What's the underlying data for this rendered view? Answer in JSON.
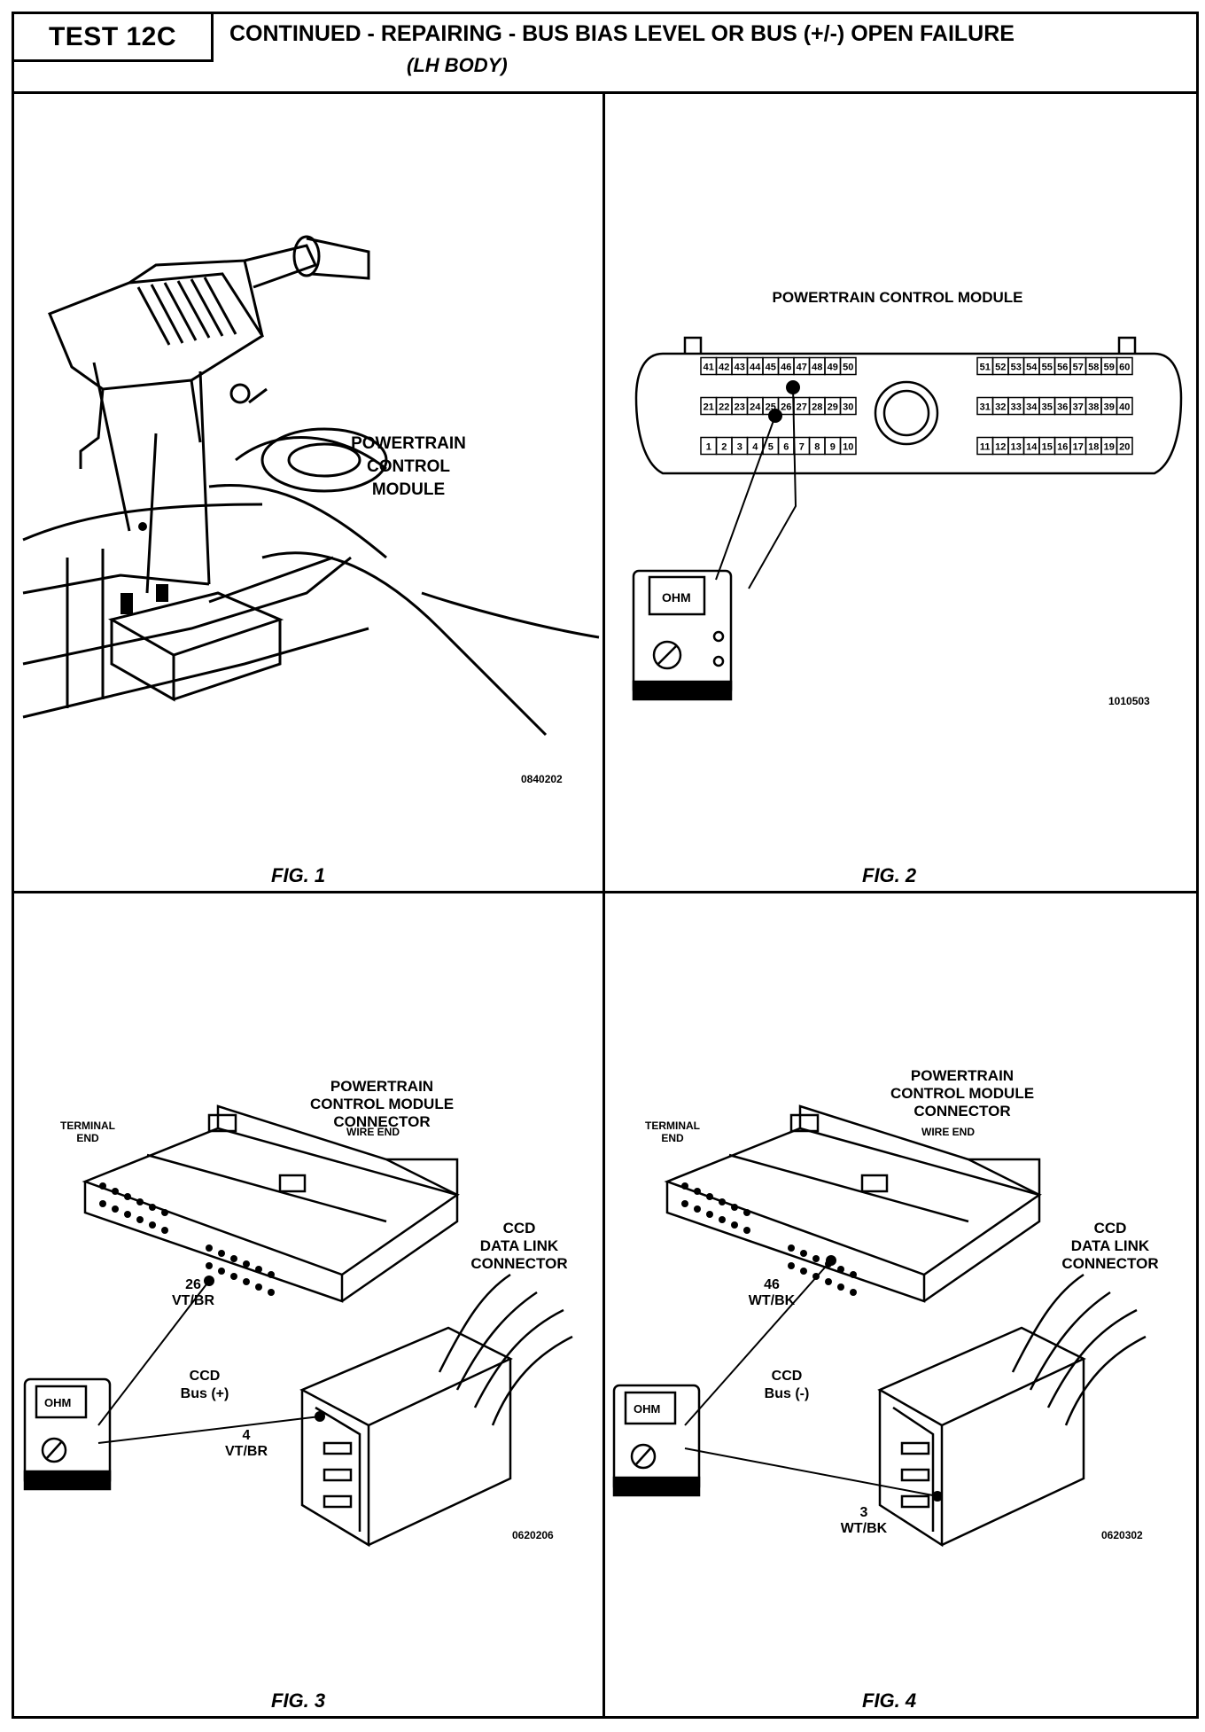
{
  "header": {
    "test_id": "TEST 12C",
    "title": "CONTINUED -  REPAIRING - BUS BIAS LEVEL OR BUS (+/-) OPEN FAILURE",
    "subtitle": "(LH BODY)"
  },
  "fig1": {
    "label": "FIG. 1",
    "callout": [
      "POWERTRAIN",
      "CONTROL",
      "MODULE"
    ],
    "code": "0840202"
  },
  "fig2": {
    "label": "FIG. 2",
    "title": "POWERTRAIN CONTROL MODULE",
    "left_rows": [
      [
        "41",
        "42",
        "43",
        "44",
        "45",
        "46",
        "47",
        "48",
        "49",
        "50"
      ],
      [
        "21",
        "22",
        "23",
        "24",
        "25",
        "26",
        "27",
        "28",
        "29",
        "30"
      ],
      [
        "1",
        "2",
        "3",
        "4",
        "5",
        "6",
        "7",
        "8",
        "9",
        "10"
      ]
    ],
    "right_rows": [
      [
        "51",
        "52",
        "53",
        "54",
        "55",
        "56",
        "57",
        "58",
        "59",
        "60"
      ],
      [
        "31",
        "32",
        "33",
        "34",
        "35",
        "36",
        "37",
        "38",
        "39",
        "40"
      ],
      [
        "11",
        "12",
        "13",
        "14",
        "15",
        "16",
        "17",
        "18",
        "19",
        "20"
      ]
    ],
    "meter_display": "OHM",
    "code": "1010503"
  },
  "fig3": {
    "label": "FIG. 3",
    "connector_label": [
      "POWERTRAIN",
      "CONTROL MODULE",
      "CONNECTOR"
    ],
    "terminal_end": [
      "TERMINAL",
      "END"
    ],
    "wire_end": "WIRE  END",
    "ccd_label": [
      "CCD",
      "DATA LINK",
      "CONNECTOR"
    ],
    "pin_a": [
      "26",
      "VT/BR"
    ],
    "bus_label": [
      "CCD",
      "Bus (+)"
    ],
    "pin_b": [
      "4",
      "VT/BR"
    ],
    "meter_display": "OHM",
    "code": "0620206"
  },
  "fig4": {
    "label": "FIG. 4",
    "connector_label": [
      "POWERTRAIN",
      "CONTROL MODULE",
      "CONNECTOR"
    ],
    "terminal_end": [
      "TERMINAL",
      "END"
    ],
    "wire_end": "WIRE  END",
    "ccd_label": [
      "CCD",
      "DATA LINK",
      "CONNECTOR"
    ],
    "pin_a": [
      "46",
      "WT/BK"
    ],
    "bus_label": [
      "CCD",
      "Bus (-)"
    ],
    "pin_b": [
      "3",
      "WT/BK"
    ],
    "meter_display": "OHM",
    "code": "0620302"
  }
}
